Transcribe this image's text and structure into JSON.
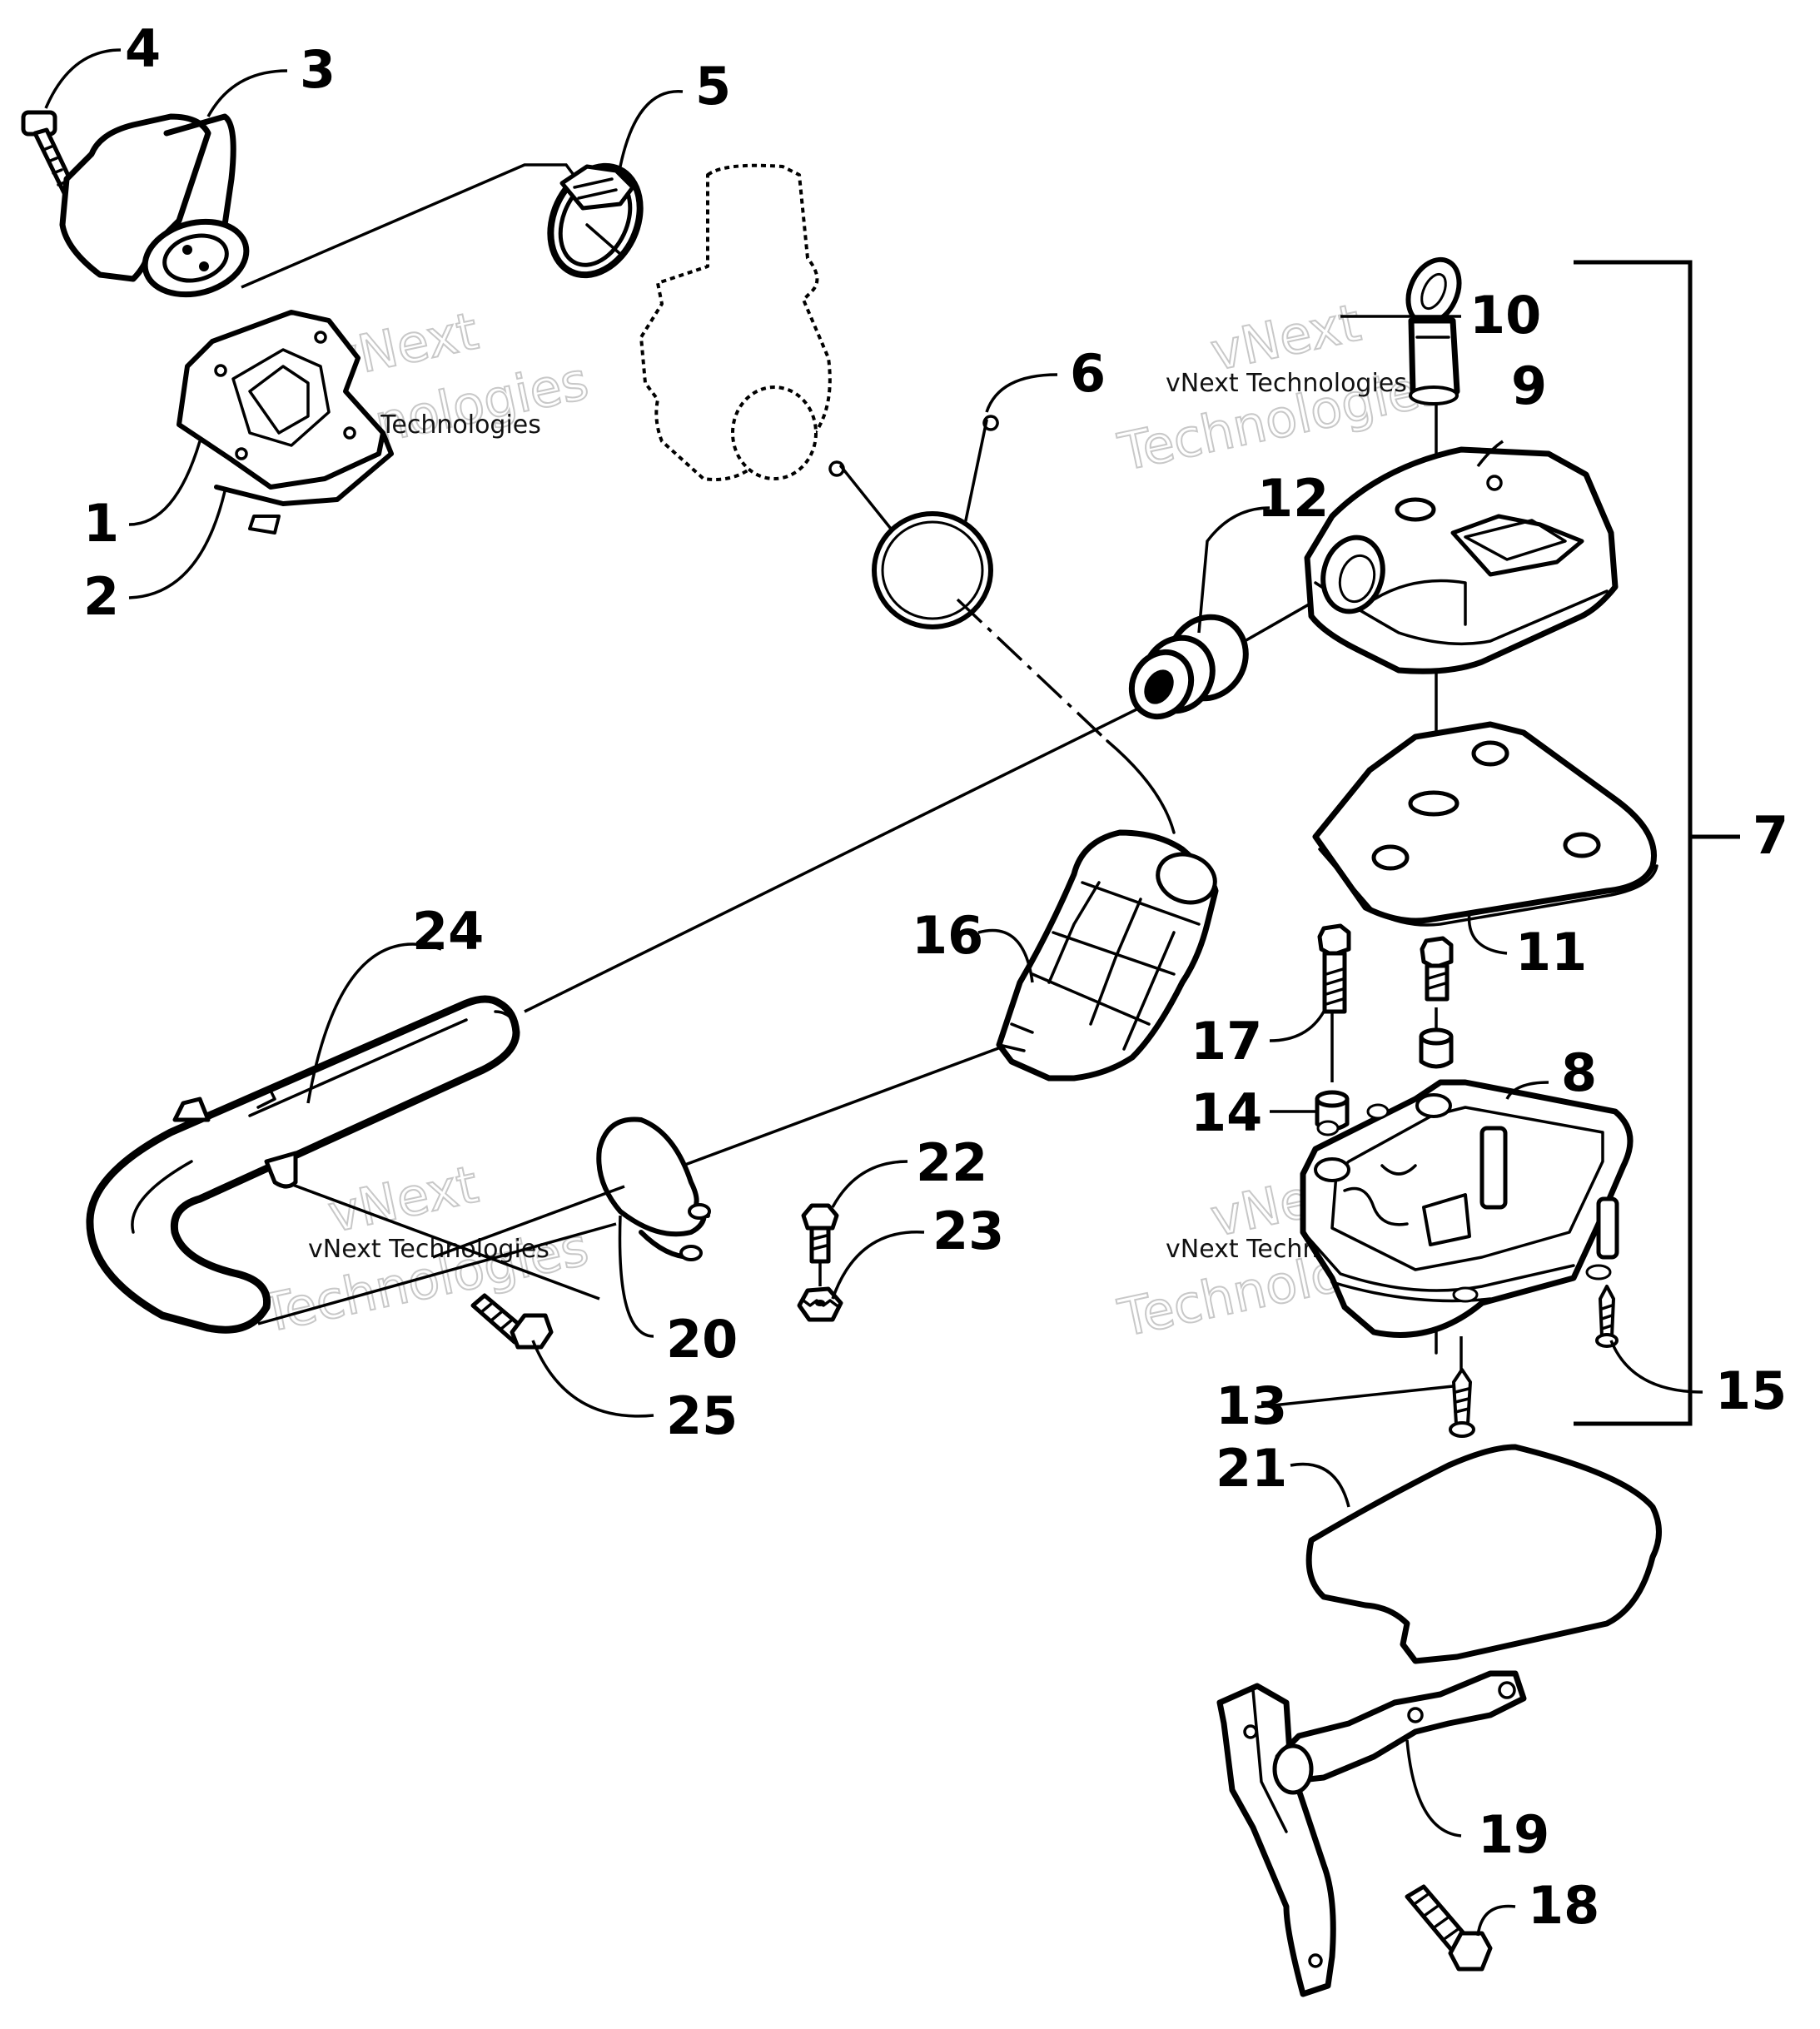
{
  "diagram": {
    "callouts": [
      {
        "id": "1",
        "label": "1"
      },
      {
        "id": "2",
        "label": "2"
      },
      {
        "id": "3",
        "label": "3"
      },
      {
        "id": "4",
        "label": "4"
      },
      {
        "id": "5",
        "label": "5"
      },
      {
        "id": "6",
        "label": "6"
      },
      {
        "id": "7",
        "label": "7"
      },
      {
        "id": "8",
        "label": "8"
      },
      {
        "id": "9",
        "label": "9"
      },
      {
        "id": "10",
        "label": "10"
      },
      {
        "id": "11",
        "label": "11"
      },
      {
        "id": "12",
        "label": "12"
      },
      {
        "id": "13",
        "label": "13"
      },
      {
        "id": "14",
        "label": "14"
      },
      {
        "id": "15",
        "label": "15"
      },
      {
        "id": "16",
        "label": "16"
      },
      {
        "id": "17",
        "label": "17"
      },
      {
        "id": "18",
        "label": "18"
      },
      {
        "id": "19",
        "label": "19"
      },
      {
        "id": "20",
        "label": "20"
      },
      {
        "id": "21",
        "label": "21"
      },
      {
        "id": "22",
        "label": "22"
      },
      {
        "id": "23",
        "label": "23"
      },
      {
        "id": "24",
        "label": "24"
      },
      {
        "id": "25",
        "label": "25"
      }
    ],
    "watermark": {
      "brand": "vNext",
      "company": "vNext Technologies",
      "word": "Technologies"
    }
  }
}
